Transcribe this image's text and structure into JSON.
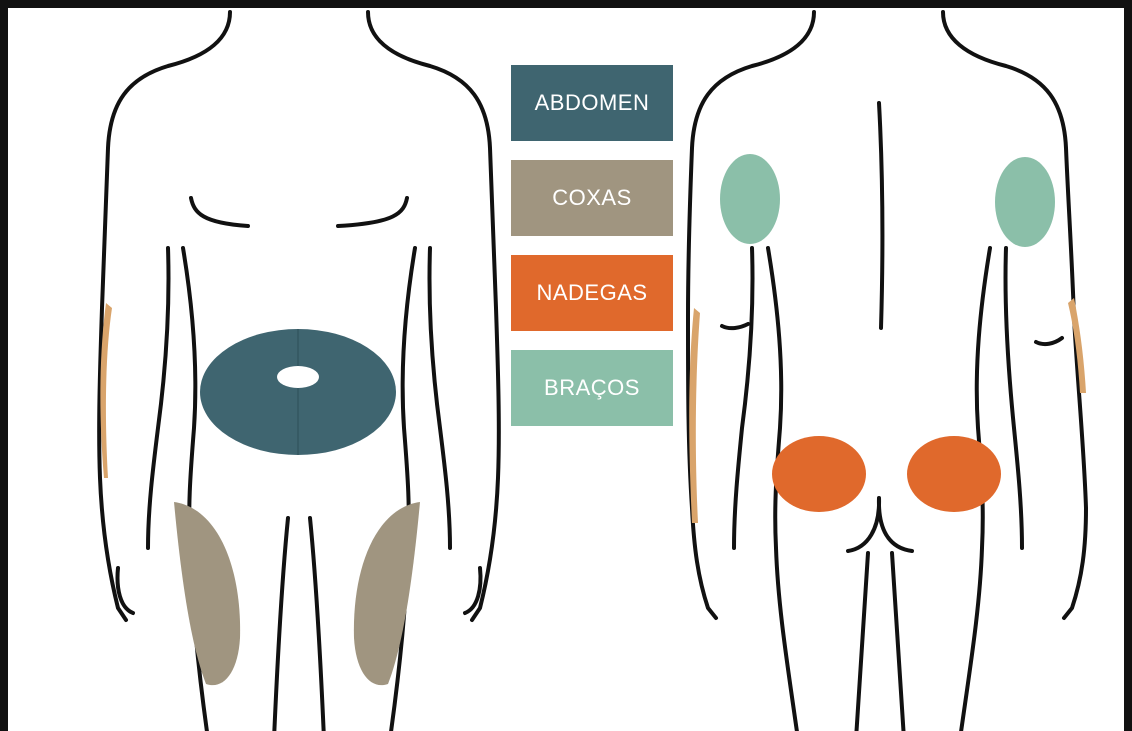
{
  "colors": {
    "abdomen": "#3f6570",
    "coxas": "#a09580",
    "nadegas": "#e0692c",
    "bracos": "#8bbfa9",
    "accent_side": "#d9a46b",
    "outline": "#111111"
  },
  "legend": {
    "items": [
      {
        "label": "ABDOMEN",
        "color": "#3f6570"
      },
      {
        "label": "COXAS",
        "color": "#a09580"
      },
      {
        "label": "NADEGAS",
        "color": "#e0692c"
      },
      {
        "label": "BRAÇOS",
        "color": "#8bbfa9"
      }
    ]
  }
}
